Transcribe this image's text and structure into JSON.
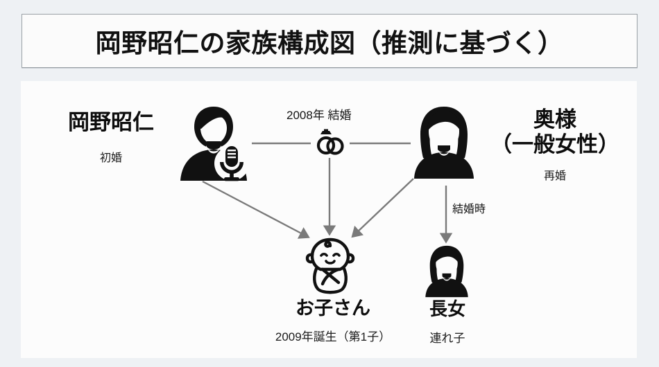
{
  "title": {
    "text": "岡野昭仁の家族構成図（推測に基づく）"
  },
  "colors": {
    "page_background": "#eef1f4",
    "panel_background": "#fcfcfc",
    "title_background": "#fbfbfb",
    "title_border": "#9aa0a6",
    "text": "#111111",
    "icon_fill": "#111111",
    "connector": "#7a7a7a"
  },
  "diagram": {
    "nodes": {
      "father": {
        "name": "岡野昭仁",
        "sub": "初婚",
        "icon": "male-avatar-with-microphone-icon"
      },
      "wife": {
        "name_line1": "奥様",
        "name_line2": "（一般女性）",
        "sub": "再婚",
        "icon": "female-avatar-icon"
      },
      "child": {
        "name": "お子さん",
        "sub": "2009年誕生（第1子）",
        "icon": "baby-icon"
      },
      "daughter": {
        "name": "長女",
        "sub": "連れ子",
        "icon": "female-avatar-icon"
      }
    },
    "edges": {
      "marriage": {
        "label": "2008年 結婚",
        "icon": "wedding-rings-icon"
      },
      "stepchild": {
        "label": "結婚時"
      }
    }
  }
}
